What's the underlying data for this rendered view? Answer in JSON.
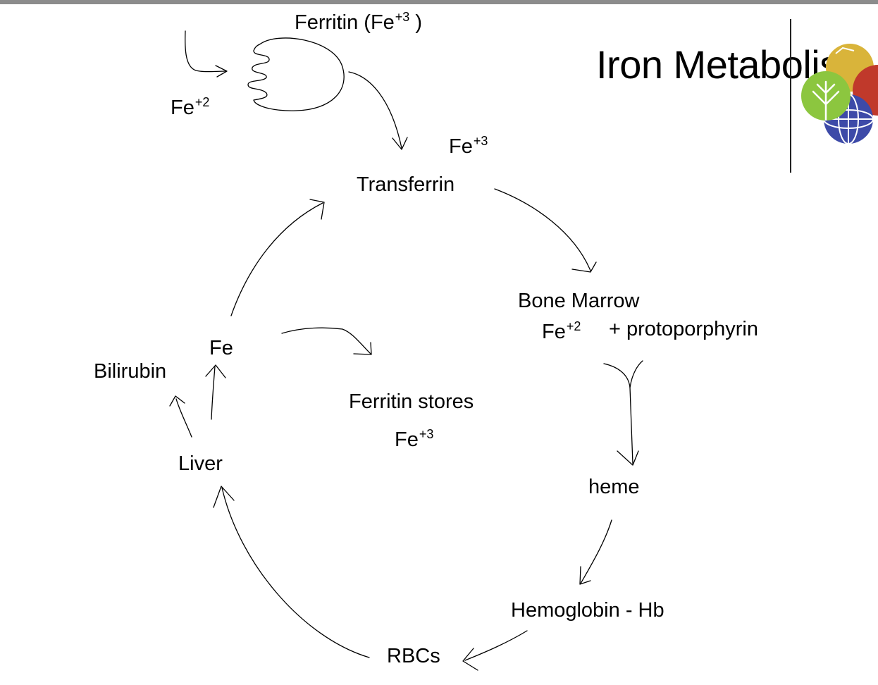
{
  "title": "Iron Metabolism",
  "labels": {
    "ferritin_top": "Ferritin (Fe",
    "ferritin_top_sup": "+3",
    "ferritin_top_close": " )",
    "fe2_input": "Fe",
    "fe2_input_sup": "+2",
    "fe3_transferrin": "Fe",
    "fe3_transferrin_sup": "+3",
    "transferrin": "Transferrin",
    "bone_marrow": "Bone Marrow",
    "fe2_marrow": "Fe",
    "fe2_marrow_sup": "+2",
    "protoporphyrin": "+ protoporphyrin",
    "heme": "heme",
    "hemoglobin": "Hemoglobin - Hb",
    "rbcs": "RBCs",
    "liver": "Liver",
    "bilirubin": "Bilirubin",
    "fe_liver": "Fe",
    "ferritin_stores": "Ferritin stores",
    "fe3_stores": "Fe",
    "fe3_stores_sup": "+3"
  },
  "colors": {
    "top_bar": "#8c8c8c",
    "logo_yellow": "#d9b43a",
    "logo_red": "#c0392b",
    "logo_green": "#8cc63f",
    "logo_blue": "#3d4aa8"
  }
}
